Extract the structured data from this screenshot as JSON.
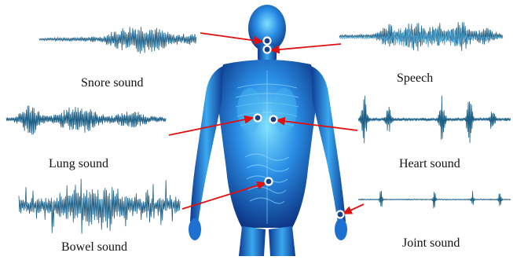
{
  "labels": {
    "snore": "Snore sound",
    "speech": "Speech",
    "lung": "Lung sound",
    "heart": "Heart sound",
    "bowel": "Bowel sound",
    "joint": "Joint sound"
  },
  "colors": {
    "waveform": "#1b5f86",
    "waveform_light": "#4aa3cf",
    "arrow": "#e01010",
    "body_dark": "#0a2e7a",
    "body_mid": "#1b78d8",
    "body_light": "#58c8ff",
    "marker_ring": "#ffffff"
  }
}
